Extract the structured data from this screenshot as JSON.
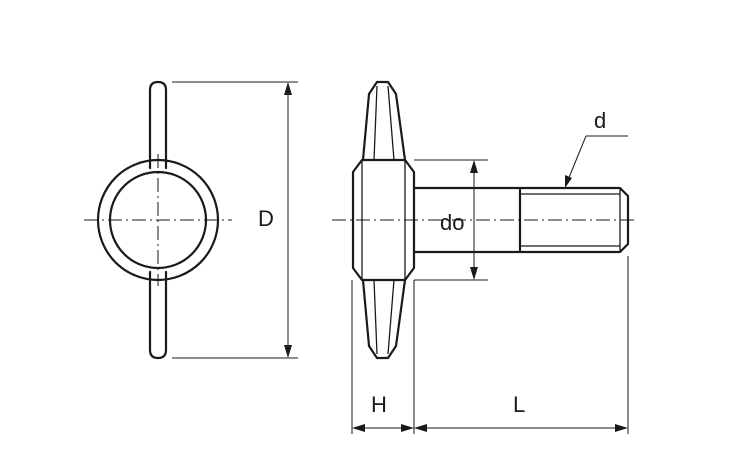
{
  "labels": {
    "D": "D",
    "do": "do",
    "d": "d",
    "H": "H",
    "L": "L"
  },
  "colors": {
    "ink": "#1a1a1a",
    "background": "#ffffff"
  }
}
